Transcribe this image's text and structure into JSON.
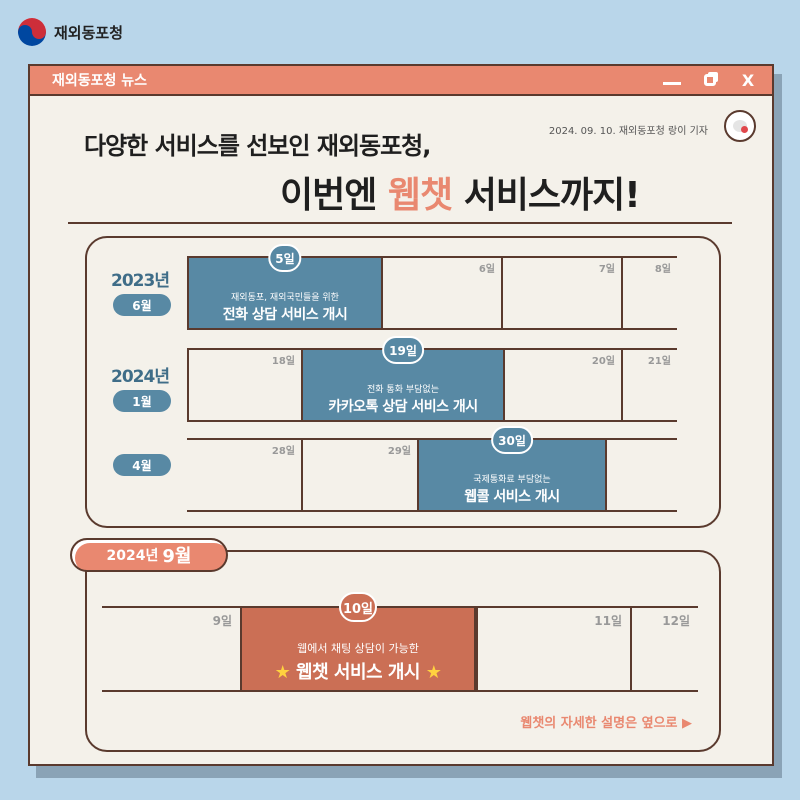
{
  "brand": {
    "name": "재외동포청"
  },
  "window": {
    "title": "재외동포청 뉴스",
    "close_label": "X"
  },
  "byline": "2024. 09. 10. 재외동포청 랑이 기자",
  "headline": {
    "line1": "다양한 서비스를 선보인 재외동포청,",
    "line2_pre": "이번엔 ",
    "line2_hl": "웹챗",
    "line2_post": " 서비스까지!"
  },
  "timeline": {
    "row1": {
      "year": "2023년",
      "month": "6월",
      "cells": [
        "5일",
        "6일",
        "7일",
        "8일"
      ],
      "event_sub": "재외동포, 재외국민들을 위한",
      "event_main": "전화 상담 서비스 개시"
    },
    "row2": {
      "year": "2024년",
      "month": "1월",
      "cells": [
        "18일",
        "19일",
        "20일",
        "21일"
      ],
      "event_sub": "전화 통화 부담없는",
      "event_main": "카카오톡 상담 서비스 개시"
    },
    "row3": {
      "month": "4월",
      "cells": [
        "28일",
        "29일",
        "30일"
      ],
      "event_sub": "국제통화료 부담없는",
      "event_main": "웹콜 서비스 개시"
    }
  },
  "sept": {
    "tab_year": "2024년",
    "tab_month": "9월",
    "cells": [
      "9일",
      "10일",
      "11일",
      "12일"
    ],
    "event_sub": "웹에서 채팅 상담이 가능한",
    "event_main": "웹챗 서비스 개시",
    "more_link": "웹챗의 자세한 설명은 옆으로 ▶"
  }
}
